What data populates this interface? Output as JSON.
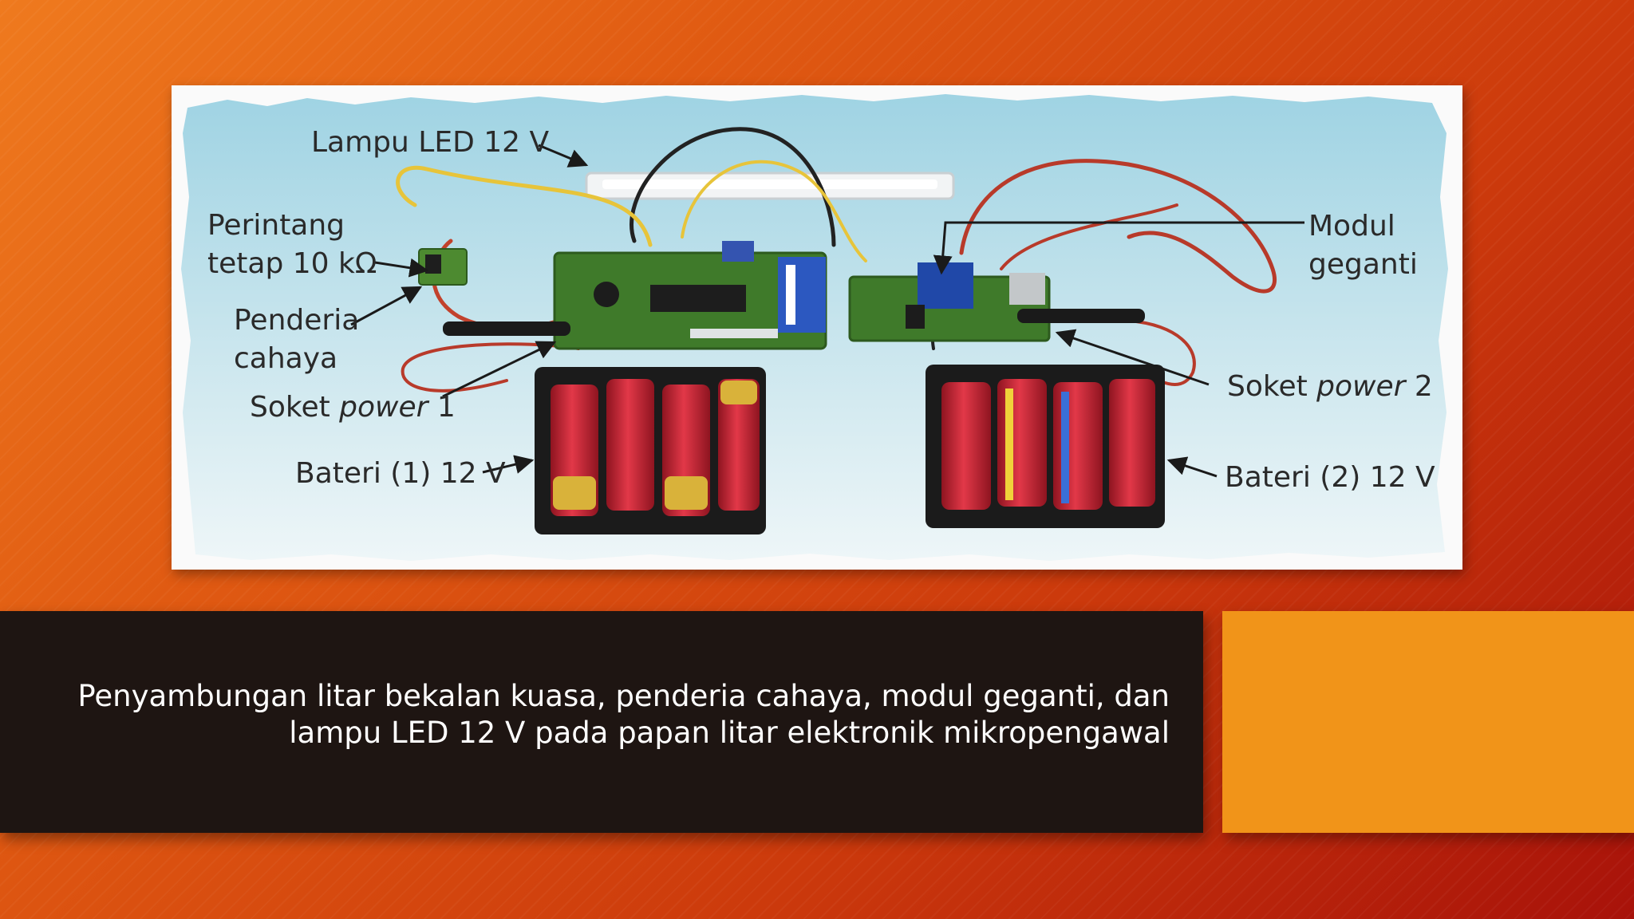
{
  "figure": {
    "labels": {
      "led_lamp": "Lampu LED 12 V",
      "resistor_line1": "Perintang",
      "resistor_line2": "tetap 10 kΩ",
      "sensor_line1": "Penderia",
      "sensor_line2": "cahaya",
      "socket1_prefix": "Soket ",
      "socket1_italic": "power",
      "socket1_suffix": " 1",
      "battery1": "Bateri (1) 12 V",
      "relay_line1": "Modul",
      "relay_line2": "geganti",
      "socket2_prefix": "Soket ",
      "socket2_italic": "power",
      "socket2_suffix": " 2",
      "battery2": "Bateri (2) 12 V"
    }
  },
  "caption": {
    "line1": "Penyambungan litar bekalan kuasa, penderia cahaya, modul geganti, dan",
    "line2": "lampu LED 12 V pada papan litar elektronik mikropengawal"
  },
  "colors": {
    "caption_bg": "#1e1512",
    "accent": "#f19419",
    "battery_red": "#d3293a",
    "pcb_green": "#3f7a2a"
  }
}
